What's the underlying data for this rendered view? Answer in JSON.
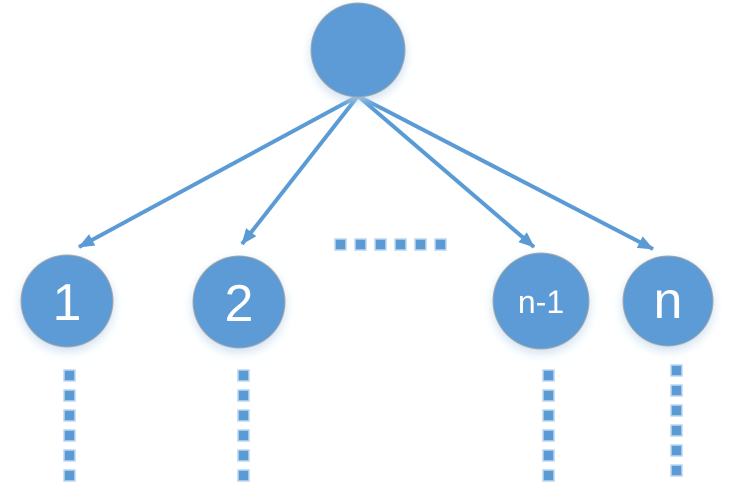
{
  "diagram": {
    "type": "tree",
    "root": {
      "label": ""
    },
    "children": [
      {
        "label": "1"
      },
      {
        "label": "2"
      },
      {
        "label": "n-1"
      },
      {
        "label": "n"
      }
    ],
    "ellipsis": {
      "horizontal_dot_count": 6,
      "vertical_columns": 4,
      "dots_per_column": 6
    },
    "colors": {
      "node_fill": "#5B9BD5",
      "node_stroke": "#A8A8A8",
      "edge": "#5B9BD5",
      "dash_stroke": "#BDD7EE",
      "label": "#FFFFFF",
      "glow": "#BDD7EE",
      "background": "#FFFFFF"
    }
  }
}
